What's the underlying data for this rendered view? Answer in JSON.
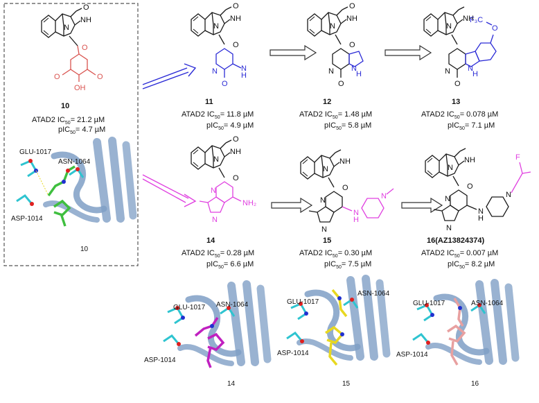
{
  "compounds": [
    {
      "id": "10",
      "ic50_label": "ATAD2 IC",
      "ic50_value": "= 21.2 µM",
      "pic50_label": "pIC",
      "pic50_value": "= 4.7 µM",
      "substituent": "OH"
    },
    {
      "id": "11",
      "ic50_label": "ATAD2 IC",
      "ic50_value": "= 11.8 µM",
      "pic50_label": "pIC",
      "pic50_value": "= 4.9 µM"
    },
    {
      "id": "12",
      "ic50_label": "ATAD2 IC",
      "ic50_value": "= 1.48 µM",
      "pic50_label": "pIC",
      "pic50_value": "= 5.8 µM"
    },
    {
      "id": "13",
      "ic50_label": "ATAD2 IC",
      "ic50_value": "= 0.078 µM",
      "pic50_label": "pIC",
      "pic50_value": "= 7.1 µM",
      "substituent": "F₃C"
    },
    {
      "id": "14",
      "ic50_label": "ATAD2 IC",
      "ic50_value": "= 0.28 µM",
      "pic50_label": "pIC",
      "pic50_value": "= 6.6 µM",
      "substituent": "NH₂"
    },
    {
      "id": "15",
      "ic50_label": "ATAD2 IC",
      "ic50_value": "= 0.30 µM",
      "pic50_label": "pIC",
      "pic50_value": "= 7.5 µM"
    },
    {
      "id": "16(AZ13824374)",
      "ic50_label": "ATAD2 IC",
      "ic50_value": "= 0.007 µM",
      "pic50_label": "pIC",
      "pic50_value": "= 8.2 µM",
      "substituent": "F"
    }
  ],
  "subscript": "50",
  "atoms": {
    "nh": "NH",
    "n": "N",
    "h": "H",
    "o": "O",
    "f": "F"
  },
  "residues": {
    "glu": "GLU-1017",
    "asn": "ASN-1064",
    "asp": "ASP-1014"
  },
  "panels": [
    "10",
    "14",
    "15",
    "16"
  ],
  "colors": {
    "core": "#1a1a1a",
    "series_10": "#d9534f",
    "series_blue": "#2b2bd6",
    "series_magenta": "#e040e0",
    "protein": "#7f9fc6",
    "ligand_10": "#3fbf3f",
    "ligand_14": "#c020c0",
    "ligand_15": "#e8d820",
    "ligand_16": "#e8a0a0",
    "residue": "#2ec4d0",
    "arrow_blue": "#2b2bd6",
    "arrow_magenta": "#e040e0"
  }
}
